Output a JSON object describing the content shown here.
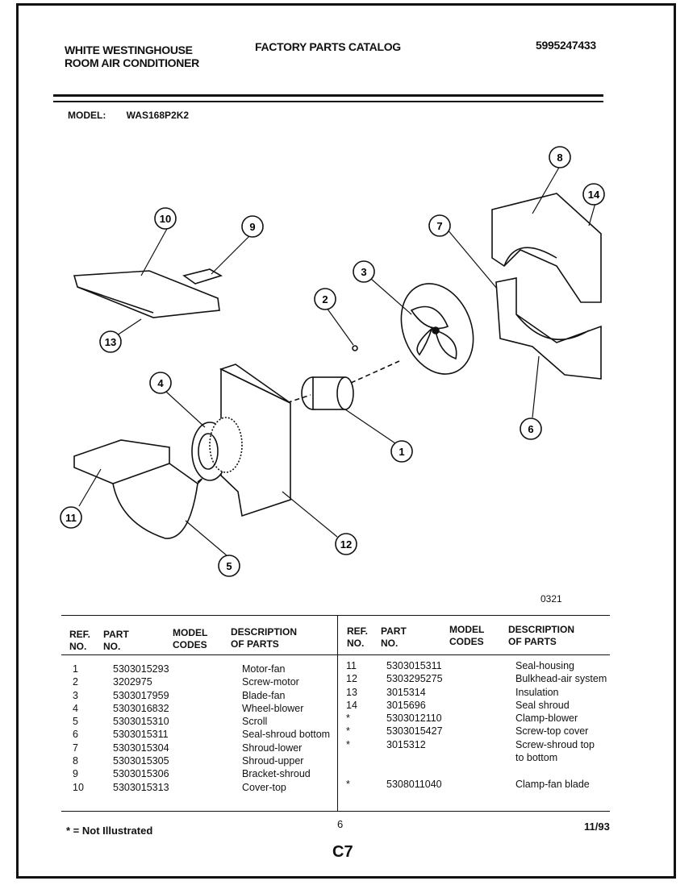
{
  "header": {
    "brand_line1": "WHITE WESTINGHOUSE",
    "brand_line2": "ROOM AIR CONDITIONER",
    "catalog_title": "FACTORY PARTS CATALOG",
    "catalog_number": "5995247433",
    "model_label": "MODEL:",
    "model_value": "WAS168P2K2"
  },
  "diagram": {
    "callouts": [
      "1",
      "2",
      "3",
      "4",
      "5",
      "6",
      "7",
      "8",
      "9",
      "10",
      "11",
      "12",
      "13",
      "14"
    ],
    "drawing_code": "0321"
  },
  "table": {
    "headers": {
      "ref": "REF.\nNO.",
      "part": "PART\nNO.",
      "model_codes": "MODEL\nCODES",
      "description": "DESCRIPTION\nOF PARTS"
    },
    "left_rows": [
      {
        "ref": "1",
        "part": "5303015293",
        "desc": "Motor-fan"
      },
      {
        "ref": "2",
        "part": "3202975",
        "desc": "Screw-motor"
      },
      {
        "ref": "3",
        "part": "5303017959",
        "desc": "Blade-fan"
      },
      {
        "ref": "4",
        "part": "5303016832",
        "desc": "Wheel-blower"
      },
      {
        "ref": "5",
        "part": "5303015310",
        "desc": "Scroll"
      },
      {
        "ref": "6",
        "part": "5303015311",
        "desc": "Seal-shroud bottom"
      },
      {
        "ref": "7",
        "part": "5303015304",
        "desc": "Shroud-lower"
      },
      {
        "ref": "8",
        "part": "5303015305",
        "desc": "Shroud-upper"
      },
      {
        "ref": "9",
        "part": "5303015306",
        "desc": "Bracket-shroud"
      },
      {
        "ref": "10",
        "part": "5303015313",
        "desc": "Cover-top"
      }
    ],
    "right_rows": [
      {
        "ref": "11",
        "part": "5303015311",
        "desc": "Seal-housing"
      },
      {
        "ref": "12",
        "part": "5303295275",
        "desc": "Bulkhead-air system"
      },
      {
        "ref": "13",
        "part": "3015314",
        "desc": "Insulation"
      },
      {
        "ref": "14",
        "part": "3015696",
        "desc": "Seal shroud"
      },
      {
        "ref": "*",
        "part": "5303012110",
        "desc": "Clamp-blower"
      },
      {
        "ref": "*",
        "part": "5303015427",
        "desc": "Screw-top cover"
      },
      {
        "ref": "*",
        "part": "3015312",
        "desc": "Screw-shroud top"
      },
      {
        "ref": "",
        "part": "",
        "desc": "to bottom"
      },
      {
        "ref": "",
        "part": "",
        "desc": ""
      },
      {
        "ref": "*",
        "part": "5308011040",
        "desc": "Clamp-fan blade"
      }
    ]
  },
  "footer": {
    "not_illustrated": "* = Not Illustrated",
    "page_number": "6",
    "date": "11/93",
    "section": "C7"
  }
}
